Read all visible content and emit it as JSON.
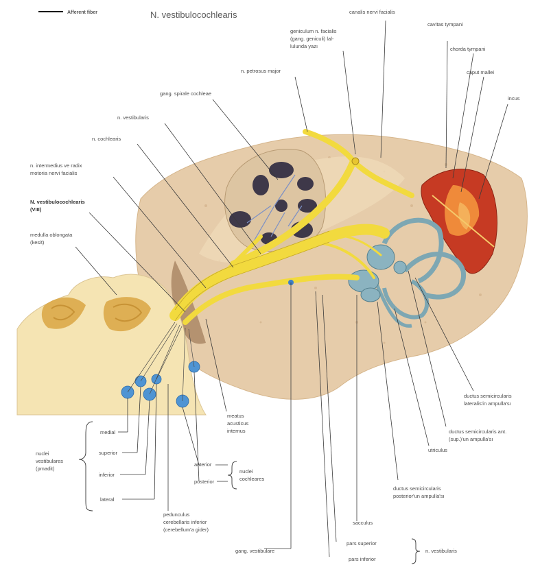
{
  "header": {
    "legend_text": "Afferent fiber",
    "title": "N. vestibulocochlearis"
  },
  "labels": {
    "canalis_facialis": "canalis nervi facialis",
    "cavitas_tympani": "cavitas tympani",
    "geniculum_1": "geniculum n. facialis",
    "geniculum_2": "(gang. geniculi) lal-",
    "geniculum_3": "lulunda yazı",
    "chorda_tympani": "chorda tympani",
    "n_petrosus_major": "n. petrosus major",
    "caput_mallei": "caput mallei",
    "incus": "incus",
    "gang_spirale": "gang. spirale cochleae",
    "n_vestibularis": "n. vestibularis",
    "n_cochlearis": "n. cochlearis",
    "n_intermedius_1": "n. intermedius ve radix",
    "n_intermedius_2": "motoria nervi facialis",
    "n_vestibulocochlearis_1": "N. vestibulocochlearis",
    "n_vestibulocochlearis_2": "(VIII)",
    "medulla_1": "medulla oblongata",
    "medulla_2": "(kesit)",
    "meatus_1": "meatus",
    "meatus_2": "acusticus",
    "meatus_3": "internus",
    "ductus_lateralis_1": "ductus semicircularis",
    "ductus_lateralis_2": "lateralis'in ampulla'sı",
    "ductus_anterior_1": "ductus semicircularis ant.",
    "ductus_anterior_2": "(sup.)'un ampulla'sı",
    "utriculus": "utriculus",
    "ductus_posterior_1": "ductus semicircularis",
    "ductus_posterior_2": "posterior'un ampulla'sı",
    "sacculus": "sacculus",
    "pars_superior": "pars superior",
    "pars_inferior": "pars inferior",
    "n_vestibularis_bottom": "n. vestibularis",
    "gang_vestibulare": "gang. vestibulare",
    "pedunculus_1": "pedunculus",
    "pedunculus_2": "cerebellaris inferior",
    "pedunculus_3": "(cerebellum'a gider)",
    "nuclei_vest_1": "nuclei",
    "nuclei_vest_2": "vestibulares",
    "nuclei_vest_3": "(pmadit)",
    "medial": "medial",
    "superior": "superior",
    "inferior": "inferior",
    "lateral": "lateral",
    "anterior": "anterior",
    "posterior": "posterior",
    "nuclei_coch_1": "nuclei",
    "nuclei_coch_2": "cochleares"
  },
  "colors": {
    "nerve": "#f2da3e",
    "bone": "#e4cba7",
    "bone_dark": "#d8b98f",
    "brain": "#f6e6b7",
    "labyrinth": "#7fa8b6",
    "tympanic": "#c33a22",
    "nuclei": "#4f94d3",
    "cochlea": "#3d3848"
  }
}
